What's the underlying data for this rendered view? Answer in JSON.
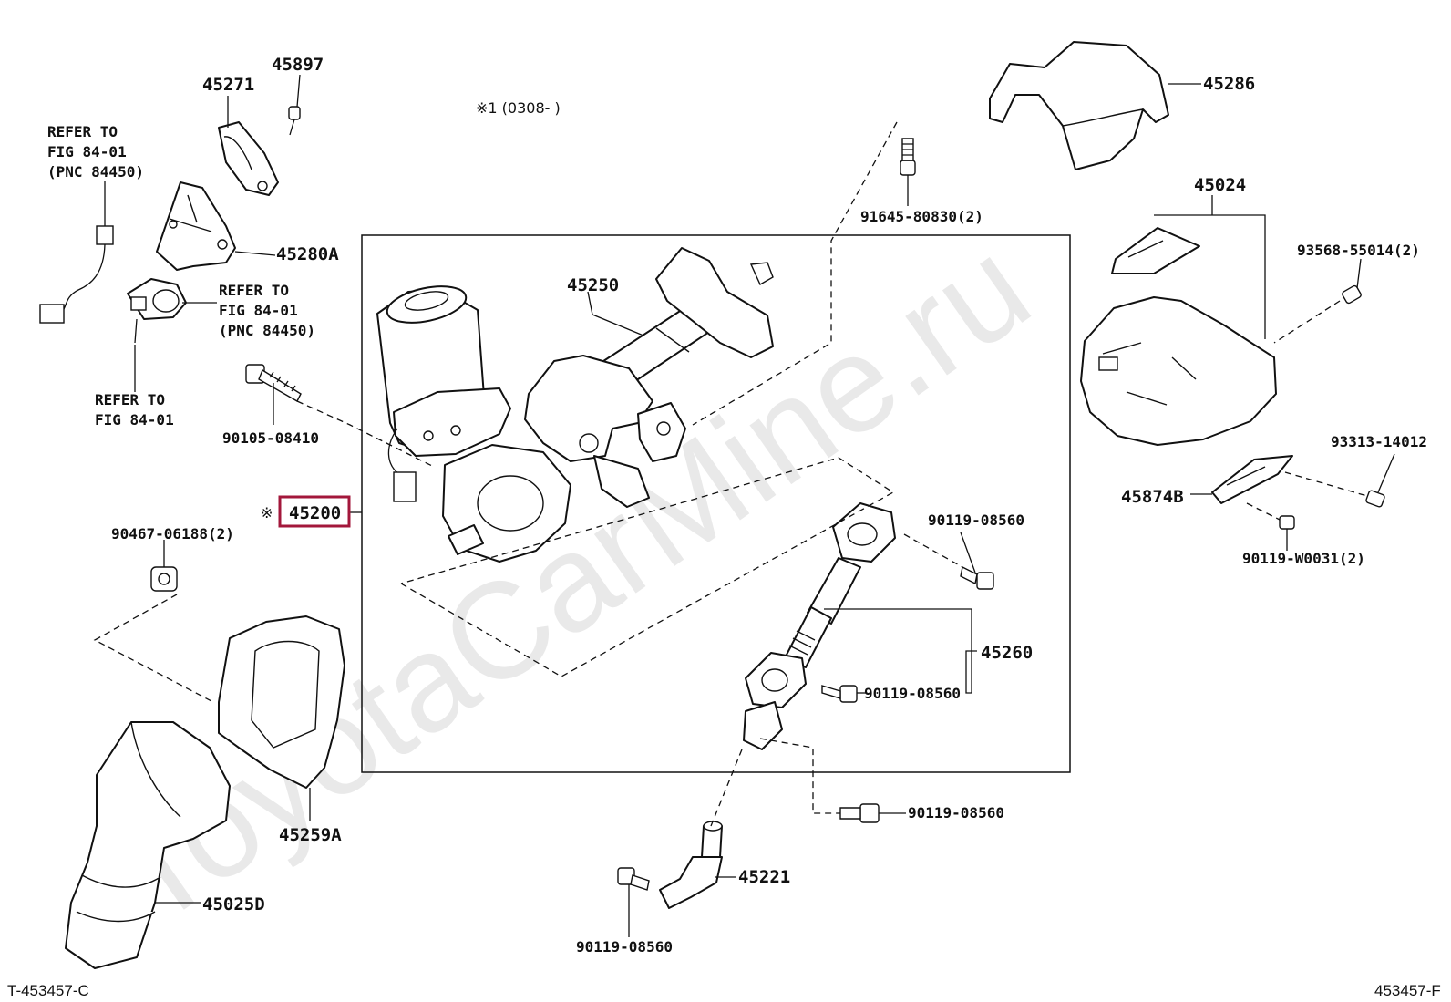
{
  "watermark": "ToyotaCarMine.ru",
  "note_date": "※1 (0308-     )",
  "highlight_color": "#a3173b",
  "highlight_prefix": "※",
  "callouts": {
    "p45897": "45897",
    "p45271": "45271",
    "p45280A": "45280A",
    "p45250": "45250",
    "p45286": "45286",
    "p45024": "45024",
    "p91645": "91645-80830(2)",
    "p93568": "93568-55014(2)",
    "p90105": "90105-08410",
    "p45200": "45200",
    "p90467": "90467-06188(2)",
    "p90119a": "90119-08560",
    "p45260": "45260",
    "p90119b": "90119-08560",
    "p93313": "93313-14012",
    "p45874B": "45874B",
    "p90119w": "90119-W0031(2)",
    "p90119c": "90119-08560",
    "p45259A": "45259A",
    "p45221": "45221",
    "p45025D": "45025D",
    "p90119d": "90119-08560"
  },
  "refer1": {
    "l1": "REFER TO",
    "l2": "FIG 84-01",
    "l3": "(PNC 84450)"
  },
  "refer2": {
    "l1": "REFER TO",
    "l2": "FIG 84-01",
    "l3": "(PNC 84450)"
  },
  "refer3": {
    "l1": "REFER TO",
    "l2": "FIG 84-01"
  },
  "footer": {
    "left": "T-453457-C",
    "right": "453457-F"
  }
}
